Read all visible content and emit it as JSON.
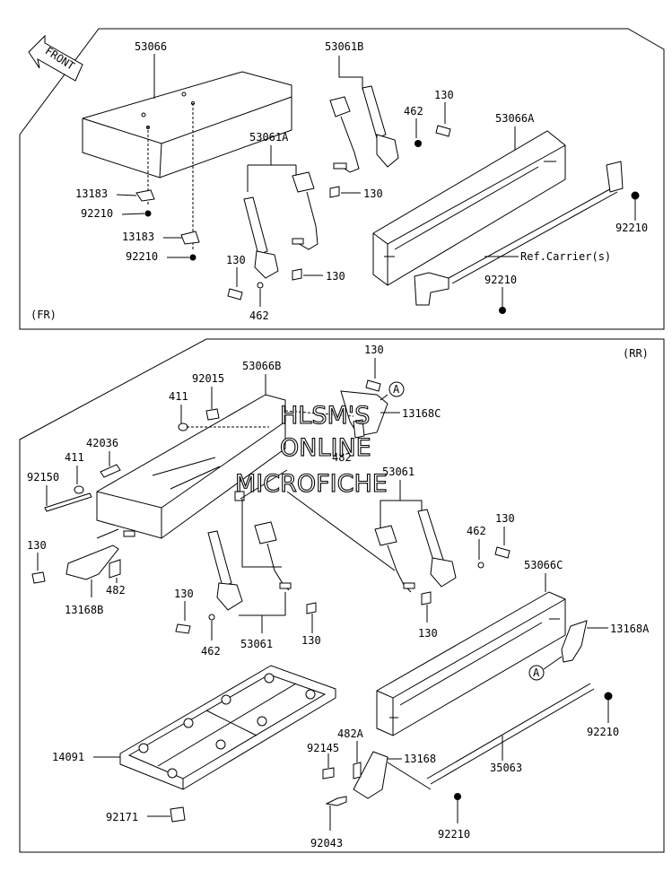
{
  "sections": {
    "front": {
      "label": "(FR)"
    },
    "rear": {
      "label": "(RR)"
    }
  },
  "front_arrow": {
    "label": "FRONT"
  },
  "watermark": {
    "line1": "HLSM'S",
    "line2": "ONLINE",
    "line3": "MICROFICHE"
  },
  "labels": {
    "p53066": "53066",
    "p53061B": "53061B",
    "p130_a": "130",
    "p462_a": "462",
    "p53066A": "53066A",
    "p53061A": "53061A",
    "p130_b": "130",
    "p13183_a": "13183",
    "p92210_a": "92210",
    "p13183_b": "13183",
    "p92210_b": "92210",
    "p92210_c": "92210",
    "p130_c": "130",
    "p130_d": "130",
    "p462_b": "462",
    "ref_carrier": "Ref.Carrier(s)",
    "p92210_d": "92210",
    "p130_e": "130",
    "p92015": "92015",
    "p53066B": "53066B",
    "p411_a": "411",
    "p13168C": "13168C",
    "p42036": "42036",
    "p411_b": "411",
    "p482_a": "482",
    "p92150": "92150",
    "p53061_a": "53061",
    "p130_f": "130",
    "p130_g": "130",
    "p462_c": "462",
    "p482_b": "482",
    "p13168B": "13168B",
    "p53066C": "53066C",
    "p130_h": "130",
    "p462_d": "462",
    "p53061_b": "53061",
    "p130_i": "130",
    "p130_j": "130",
    "p13168A": "13168A",
    "p14091": "14091",
    "p92210_e": "92210",
    "p482A": "482A",
    "p92145": "92145",
    "p13168": "13168",
    "p35063": "35063",
    "p92171": "92171",
    "p92043": "92043",
    "p92210_f": "92210",
    "ref_a1": "A",
    "ref_a2": "A"
  }
}
